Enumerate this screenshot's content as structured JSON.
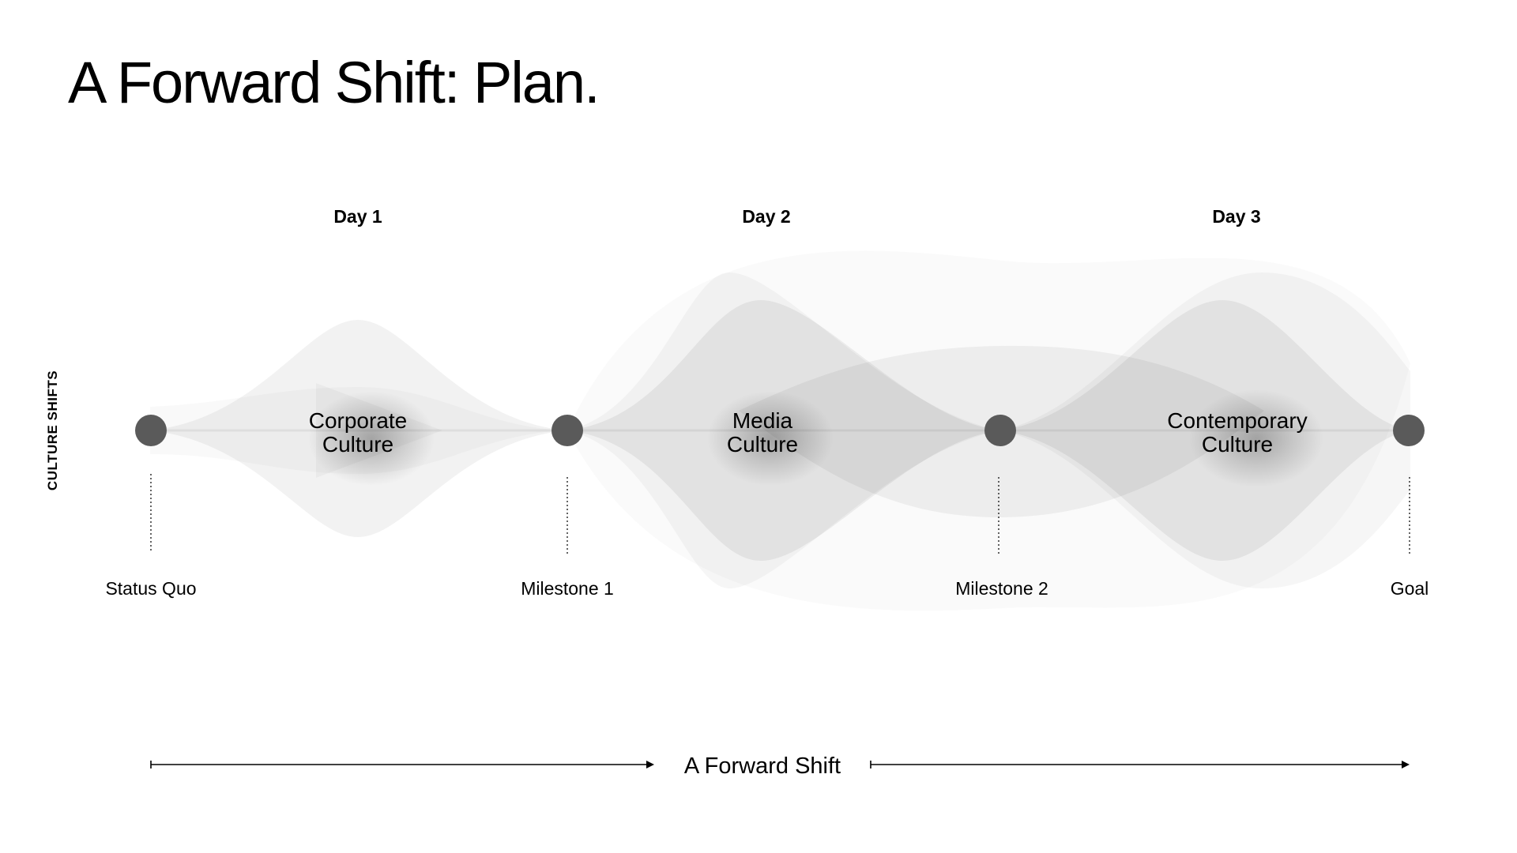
{
  "title": "A Forward Shift: Plan.",
  "axis_label": "CULTURE SHIFTS",
  "days": [
    "Day 1",
    "Day 2",
    "Day 3"
  ],
  "phases": [
    {
      "line1": "Corporate",
      "line2": "Culture"
    },
    {
      "line1": "Media",
      "line2": "Culture"
    },
    {
      "line1": "Contemporary",
      "line2": "Culture"
    }
  ],
  "milestones": [
    "Status Quo",
    "Milestone 1",
    "Milestone 2",
    "Goal"
  ],
  "arrow_label": "A Forward Shift",
  "colors": {
    "node": "#5a5a5a",
    "band": "#000000",
    "text": "#000000",
    "background": "#ffffff"
  }
}
